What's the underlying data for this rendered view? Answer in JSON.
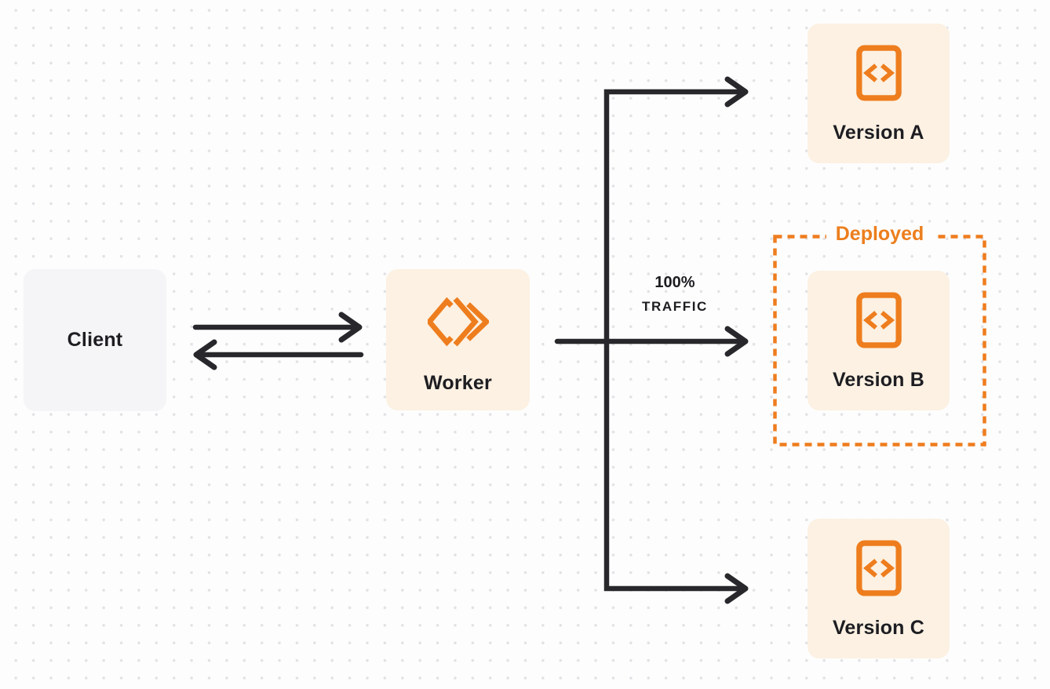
{
  "colors": {
    "accent_orange": "#ee7d1e",
    "node_cream": "#fcf1e2",
    "node_gray": "#f5f5f7",
    "connector_dark": "#28282c",
    "text_dark": "#1d1d22",
    "background": "#fdfdfd",
    "dot_grid": "#e2e2e6"
  },
  "nodes": {
    "client": {
      "label": "Client"
    },
    "worker": {
      "label": "Worker",
      "icon": "cloudflare-workers-logo-icon"
    },
    "version_a": {
      "label": "Version A",
      "icon": "code-file-icon"
    },
    "version_b": {
      "label": "Version B",
      "icon": "code-file-icon"
    },
    "version_c": {
      "label": "Version C",
      "icon": "code-file-icon"
    }
  },
  "deployed_box": {
    "label": "Deployed",
    "contains": "version_b",
    "border_style": "dashed"
  },
  "traffic_label": {
    "line1": "100%",
    "line2": "TRAFFIC"
  },
  "edges": [
    {
      "from": "client",
      "to": "worker",
      "style": "double-arrow"
    },
    {
      "from": "worker",
      "to": "version_a",
      "style": "elbow-arrow"
    },
    {
      "from": "worker",
      "to": "version_b",
      "style": "straight-arrow",
      "label": "100% TRAFFIC"
    },
    {
      "from": "worker",
      "to": "version_c",
      "style": "elbow-arrow"
    }
  ]
}
